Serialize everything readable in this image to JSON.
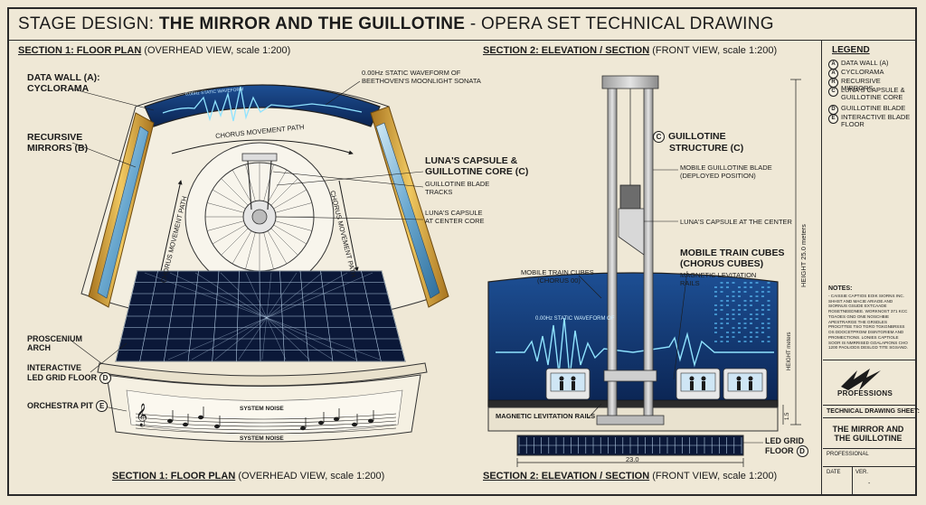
{
  "title": {
    "prefix": "STAGE DESIGN: ",
    "main": "THE MIRROR AND THE GUILLOTINE",
    "suffix": " - OPERA SET TECHNICAL DRAWING"
  },
  "section1": {
    "bold": "SECTION 1: FLOOR PLAN",
    "rest": " (OVERHEAD VIEW, scale 1:200)"
  },
  "section2": {
    "bold": "SECTION 2: ELEVATION / SECTION",
    "rest": " (FRONT VIEW, scale 1:200)"
  },
  "floor_plan": {
    "data_wall_label": "DATA WALL (A):",
    "data_wall_label2": "CYCLORAMA",
    "waveform_note": "0.00Hz STATIC WAVEFORM OF",
    "waveform_note2": "BEETHOVEN'S MOONLIGHT SONATA",
    "screen_text": "0.00Hz STATIC WAVEFORM",
    "chorus_path_top": "CHORUS MOVEMENT PATH",
    "chorus_path_left": "CHORUS MOVEMENT PATH",
    "chorus_path_right": "CHORUS MOVEMENT PATH",
    "mirrors_label": "RECURSIVE",
    "mirrors_label2": "MIRRORS (B)",
    "capsule_label": "LUNA'S CAPSULE &",
    "capsule_label2": "GUILLOTINE CORE (C)",
    "blade_tracks": "GUILLOTINE BLADE",
    "blade_tracks2": "TRACKS",
    "capsule_center": "LUNA'S CAPSULE",
    "capsule_center2": "AT CENTER CORE",
    "proscenium": "PROSCENIUM",
    "proscenium2": "ARCH",
    "led_floor": "INTERACTIVE",
    "led_floor2": "LED GRID FLOOR",
    "led_floor_tag": "D",
    "orchestra_pit": "ORCHESTRA PIT",
    "orchestra_tag": "E",
    "system_noise_top": "SYSTEM NOISE",
    "system_noise_bottom": "SYSTEM NOISE"
  },
  "elevation": {
    "structure_tag": "C",
    "structure_label": "GUILLOTINE",
    "structure_label2": "STRUCTURE (C)",
    "blade_label": "MOBILE GUILLOTINE BLADE",
    "blade_label2": "(DEPLOYED POSITION)",
    "capsule_label": "LUNA'S CAPSULE AT THE CENTER",
    "train_cubes_label": "MOBILE TRAIN CUBES",
    "train_cubes_label2": "(CHORUS CUBES)",
    "maglev_label": "MAGNETIC LEVITATION",
    "maglev_label2": "RAILS",
    "train_cubes_left": "MOBILE TRAIN CUBES",
    "train_cubes_left2": "(CHORUS 00)",
    "screen_text": "0.00Hz STATIC WAVEFORM OF",
    "maglev_rails": "MAGNETIC LEVITATION RAILS",
    "height_dim": "HEIGHT 25.0 meters",
    "height_dim2": "HEIGHT meters",
    "small_dim": "1.5",
    "width_dim": "23.0",
    "led_grid": "LED GRID",
    "led_grid2": "FLOOR",
    "led_grid_tag": "D"
  },
  "legend": {
    "title": "LEGEND",
    "items": [
      {
        "tag": "A",
        "text": "DATA WALL (A)"
      },
      {
        "tag": "A",
        "text": "CYCLORAMA"
      },
      {
        "tag": "R",
        "text": "RECURSIVE MIRRORS"
      },
      {
        "tag": "C",
        "text": "LUNA'S CAPSULE & GUILLOTINE CORE"
      },
      {
        "tag": "D",
        "text": "GUILLOTINE BLADE"
      },
      {
        "tag": "E",
        "text": "INTERACTIVE BLADE FLOOR"
      }
    ]
  },
  "notes": {
    "title": "NOTES:",
    "body": "- CAISSIE CAPTIOS EOIK SIORNS INC. SHHST AND MACIE ARIAOE AND SIORNUS GSUDE EXTCAADE ROSETNEEDNEE. WORKNOST 371 KCC TOAOES GND ONE NOSCHBIE APESTRARGE THE GRSDLES PROCITTEE TSO TGRO TGKGNBRSSS OS DDOCETPROIM DSINTGRIEM AND PROMECTIONS. LONIES CAPTIOLE SOOR IS NMRRISED GOALAPIONS CHO 1200 PAOLIODS DESLGD TITE SGSAND."
  },
  "title_block": {
    "logo_text": "PROFESSIONS",
    "sheet_label": "TECHNICAL DRAWING SHEET:",
    "sheet_name": "THE MIRROR AND",
    "sheet_name2": "THE GUILLOTINE",
    "professional": "PROFESSIONAL",
    "date": "DATE",
    "ver": "VER.",
    "ver_value": "-"
  },
  "colors": {
    "paper": "#efe8d6",
    "ink": "#1b1b1b",
    "screen": "#0f2f6a",
    "glow": "#6fd0ff",
    "gold": "#d4a23a",
    "mirror": "#7fb8d8",
    "led": "#0b1838"
  }
}
